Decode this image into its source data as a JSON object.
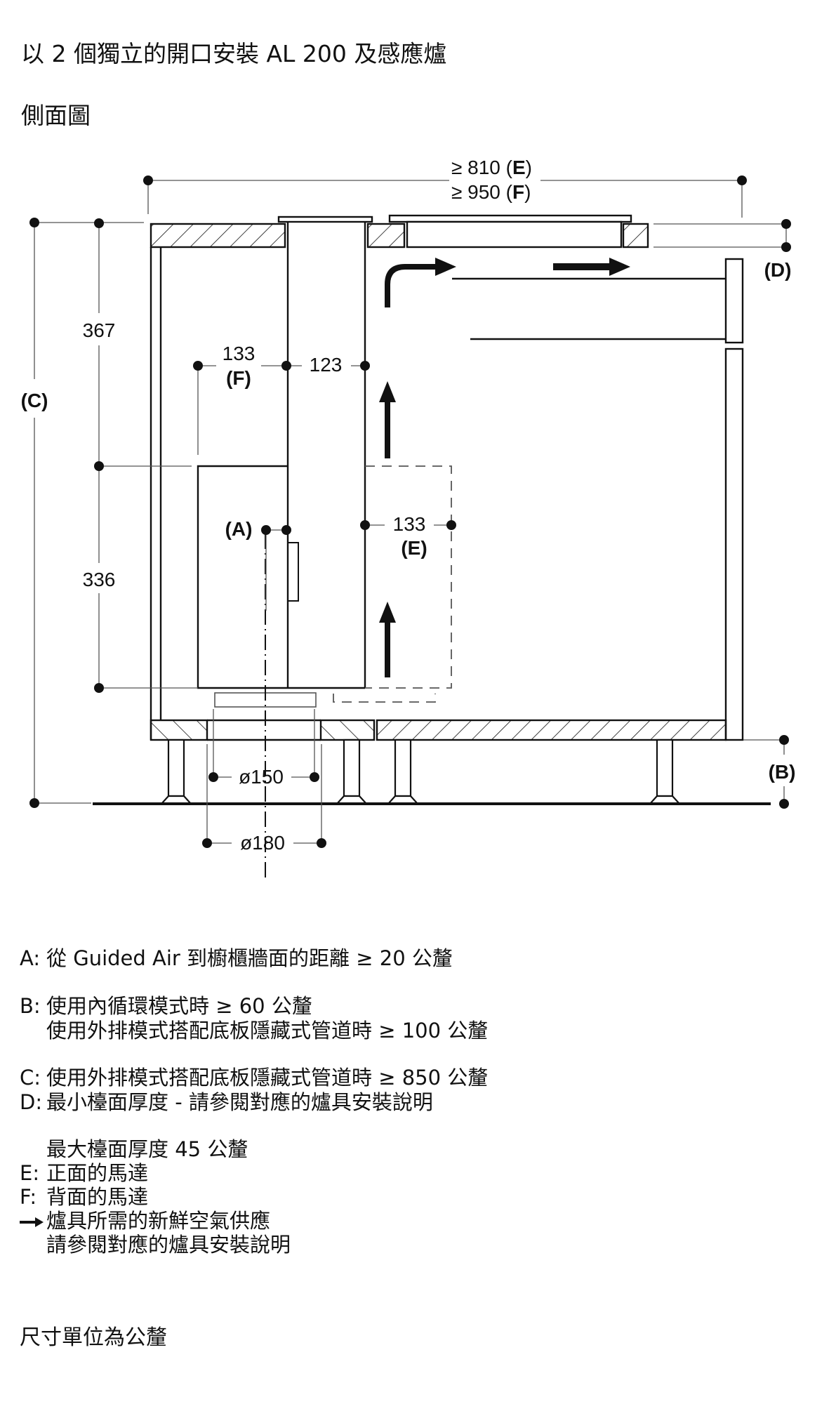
{
  "title": "以 2 個獨立的開口安裝 AL 200 及感應爐",
  "subtitle": "側面圖",
  "diagram": {
    "dimensions": {
      "width_e": "≥ 810 (E)",
      "width_e_value": "≥ 810",
      "width_e_key": "E",
      "width_f_value": "≥ 950",
      "width_f_key": "F",
      "height_upper": "367",
      "height_lower": "336",
      "motor_f_depth": "133",
      "motor_f_key": "(F)",
      "duct_width": "123",
      "motor_e_depth": "133",
      "motor_e_key": "(E)",
      "dia_inner": "ø150",
      "dia_outer": "ø180",
      "label_a": "(A)",
      "label_b": "(B)",
      "label_c": "(C)",
      "label_d": "(D)"
    }
  },
  "legend": {
    "a": {
      "key": "A:",
      "text": "從 Guided Air 到櫥櫃牆面的距離 ≥ 20 公釐"
    },
    "b": {
      "key": "B:",
      "text": "使用內循環模式時 ≥ 60 公釐",
      "text2": "使用外排模式搭配底板隱藏式管道時 ≥ 100 公釐"
    },
    "c": {
      "key": "C:",
      "text": "使用外排模式搭配底板隱藏式管道時 ≥ 850 公釐"
    },
    "d": {
      "key": "D:",
      "text": "最小檯面厚度 - 請參閱對應的爐具安裝說明",
      "text2": "最大檯面厚度 45 公釐"
    },
    "e": {
      "key": "E:",
      "text": "正面的馬達"
    },
    "f": {
      "key": "F:",
      "text": "背面的馬達"
    },
    "arrow": {
      "icon": "arrow-right-icon",
      "text": "爐具所需的新鮮空氣供應",
      "text2": "請參閱對應的爐具安裝說明"
    }
  },
  "units_note": "尺寸單位為公釐"
}
